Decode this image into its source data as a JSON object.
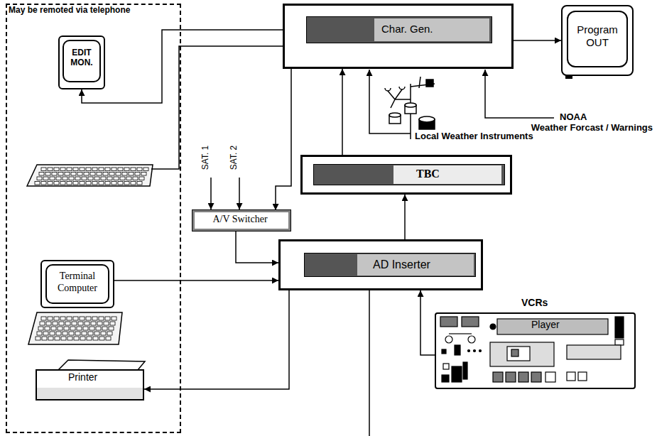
{
  "diagram": {
    "nodes": [
      {
        "text": [
          "May be remoted via telephone"
        ]
      },
      {
        "text": [
          "EDIT MON."
        ],
        "in": 0
      },
      {
        "text": [
          "Terminal Computer"
        ],
        "in": 0
      },
      {
        "text": [
          "Printer"
        ],
        "in": 0
      },
      {
        "text": [
          "Char. Gen."
        ]
      },
      {
        "text": [
          "Program OUT"
        ]
      },
      {
        "text": [
          "TBC"
        ]
      },
      {
        "text": [
          "A/V Switcher"
        ]
      },
      {
        "text": [
          "AD Inserter"
        ]
      },
      {
        "text": [
          "VCRs",
          "Player"
        ]
      }
    ],
    "edges": [
      {
        "from": 4,
        "to": 5,
        "arrow": "to"
      },
      {
        "from": 4,
        "to": 1,
        "arrow": "to"
      },
      {
        "from": 4,
        "to": 7,
        "arrow": "to"
      },
      {
        "from": 6,
        "to": 4,
        "arrow": "to"
      },
      {
        "from": 7,
        "to": 8,
        "arrow": "to"
      },
      {
        "from": 2,
        "to": 8,
        "arrow": "to"
      },
      {
        "from": 8,
        "to": 3,
        "arrow": "to"
      },
      {
        "from": 9,
        "to": 8,
        "arrow": "to"
      },
      {
        "from": 8,
        "to": 6,
        "arrow": "to"
      }
    ],
    "labels": [
      "SAT. 1",
      "SAT. 2",
      "NOAA",
      "Weather Forcast / Warnings",
      "Local Weather Instruments"
    ]
  }
}
